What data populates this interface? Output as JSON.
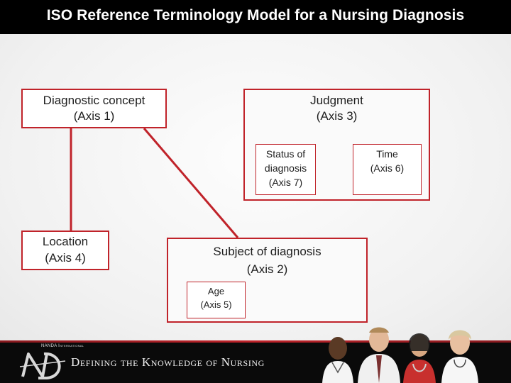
{
  "title": "ISO Reference Terminology Model for a Nursing Diagnosis",
  "boxes": {
    "axis1": {
      "line1": "Diagnostic concept",
      "line2": "(Axis 1)"
    },
    "axis3": {
      "line1": "Judgment",
      "line2": "(Axis 3)"
    },
    "axis7": {
      "line1": "Status of",
      "line2": "diagnosis",
      "line3": "(Axis 7)"
    },
    "axis6": {
      "line1": "Time",
      "line2": "(Axis 6)"
    },
    "axis4": {
      "line1": "Location",
      "line2": "(Axis 4)"
    },
    "axis2": {
      "line1": "Subject of diagnosis",
      "line2": "(Axis 2)"
    },
    "axis5": {
      "line1": "Age",
      "line2": "(Axis 5)"
    }
  },
  "footer": {
    "org_label": "NANDA International",
    "tagline": "Defining the Knowledge of Nursing",
    "logo": "ND"
  },
  "colors": {
    "accent_red": "#c0232a",
    "header_bg": "#000000",
    "footer_bg": "#0a0a0a"
  }
}
